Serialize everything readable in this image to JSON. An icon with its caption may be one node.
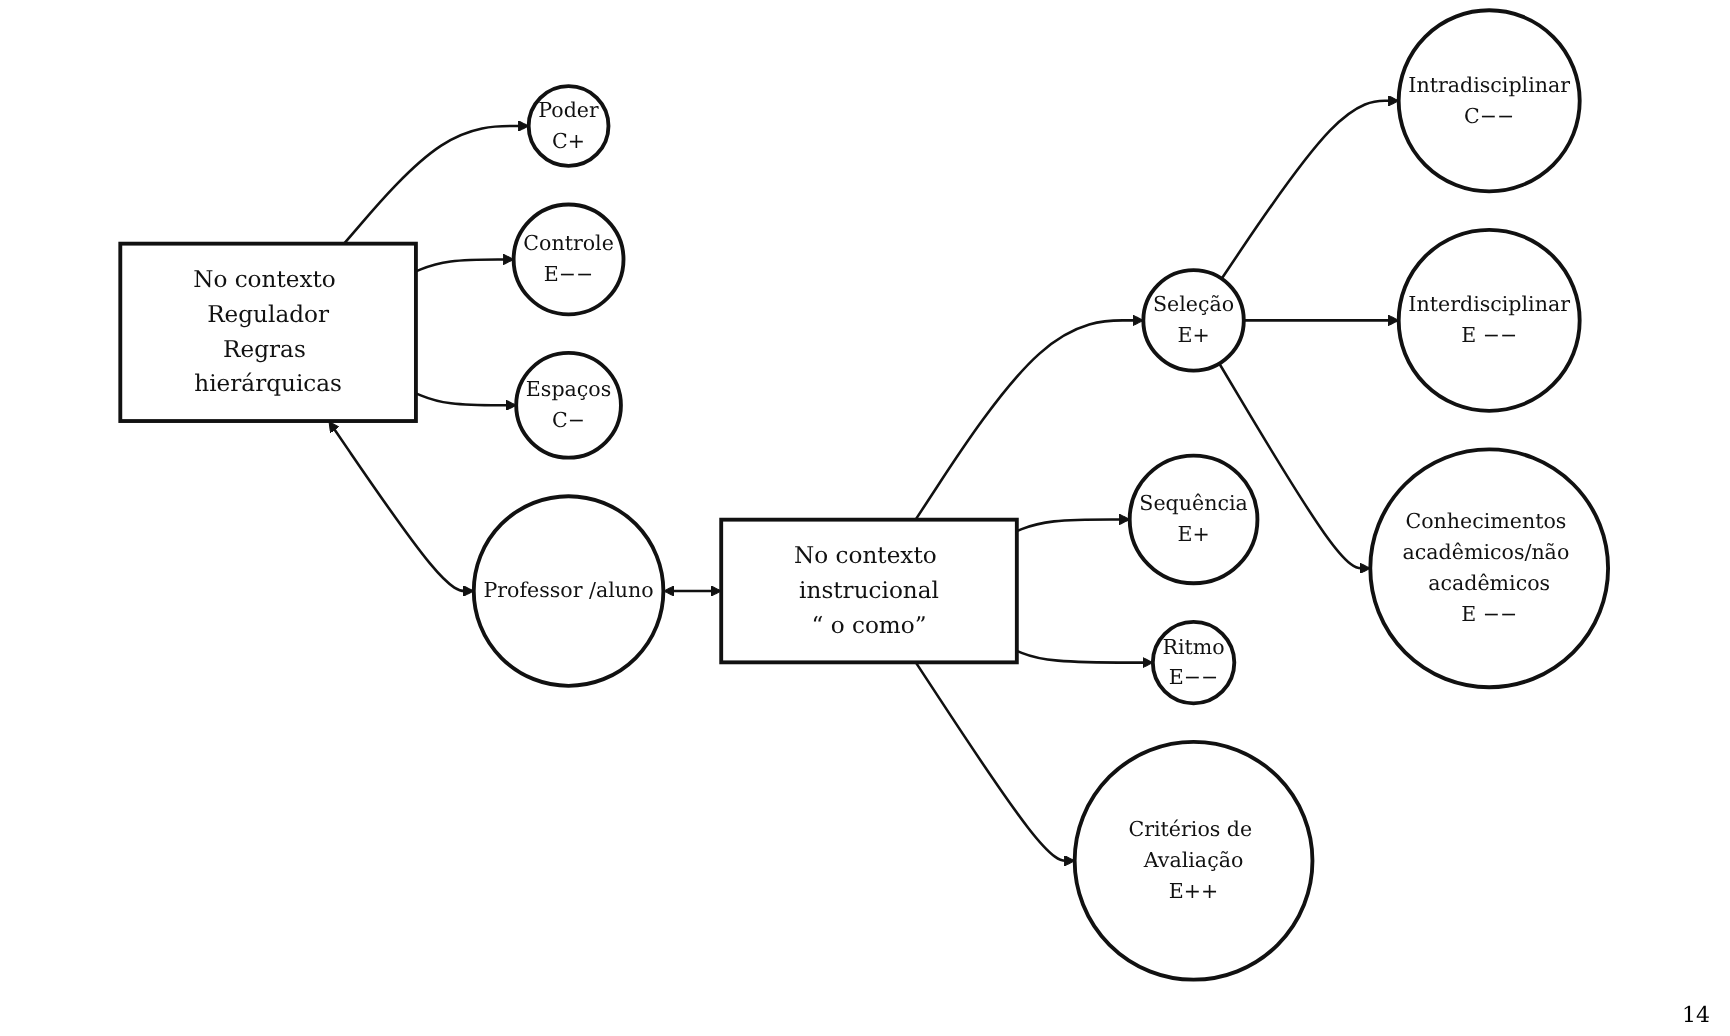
{
  "diagram": {
    "nodes": [
      {
        "text": [
          "Poder",
          "C+"
        ]
      },
      {
        "text": [
          "Controle",
          "E−−"
        ]
      },
      {
        "text": [
          "No contexto Regulador",
          "Regras hierárquicas"
        ]
      },
      {
        "text": [
          "Espaços",
          "C−"
        ]
      },
      {
        "text": [
          "Professor /aluno"
        ]
      },
      {
        "text": [
          "No contexto instrucional",
          "“ o como”"
        ]
      },
      {
        "text": [
          "Interdisciplinar",
          "E −−"
        ]
      },
      {
        "text": [
          "Conhecimentos acadêmicos/não acadêmicos",
          "E −−"
        ]
      },
      {
        "text": [
          "Intradisciplinar",
          "C−−"
        ]
      },
      {
        "text": [
          "Seleção",
          "E+"
        ]
      },
      {
        "text": [
          "Sequência",
          "E+"
        ]
      },
      {
        "text": [
          "Ritmo",
          "E−−"
        ]
      },
      {
        "text": [
          "Critérios de Avaliação",
          "E++"
        ]
      }
    ],
    "edges": [
      {
        "from": 2,
        "to": 0,
        "arrow": "to"
      },
      {
        "from": 2,
        "to": 1,
        "arrow": "to"
      },
      {
        "from": 2,
        "to": 3,
        "arrow": "to"
      },
      {
        "from": 2,
        "to": 4,
        "arrow": "both"
      },
      {
        "from": 4,
        "to": 5,
        "arrow": "both"
      },
      {
        "from": 5,
        "to": 9,
        "arrow": "to"
      },
      {
        "from": 9,
        "to": 8,
        "arrow": "to"
      },
      {
        "from": 9,
        "to": 6,
        "arrow": "to"
      },
      {
        "from": 9,
        "to": 7,
        "arrow": "to"
      },
      {
        "from": 5,
        "to": 10,
        "arrow": "to"
      },
      {
        "from": 5,
        "to": 11,
        "arrow": "to"
      },
      {
        "from": 5,
        "to": 12,
        "arrow": "to"
      }
    ],
    "labels": [
      "14"
    ]
  }
}
